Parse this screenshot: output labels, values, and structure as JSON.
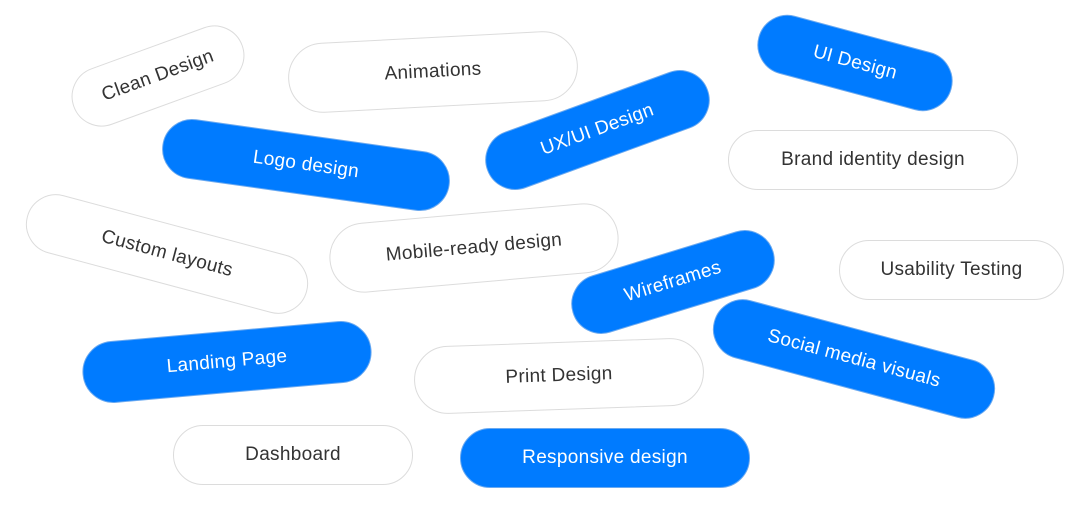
{
  "tags": [
    {
      "label": "Clean Design",
      "style": "white"
    },
    {
      "label": "Animations",
      "style": "white"
    },
    {
      "label": "UI Design",
      "style": "blue"
    },
    {
      "label": "Logo design",
      "style": "blue"
    },
    {
      "label": "UX/UI Design",
      "style": "blue"
    },
    {
      "label": "Brand identity design",
      "style": "white"
    },
    {
      "label": "Custom layouts",
      "style": "white"
    },
    {
      "label": "Mobile-ready design",
      "style": "white"
    },
    {
      "label": "Wireframes",
      "style": "blue"
    },
    {
      "label": "Usability Testing",
      "style": "white"
    },
    {
      "label": "Landing Page",
      "style": "blue"
    },
    {
      "label": "Print Design",
      "style": "white"
    },
    {
      "label": "Social media visuals",
      "style": "blue"
    },
    {
      "label": "Dashboard",
      "style": "white"
    },
    {
      "label": "Responsive design",
      "style": "blue"
    }
  ],
  "colors": {
    "accent": "#007bff",
    "text": "#333333",
    "border": "#dcdcdc"
  }
}
